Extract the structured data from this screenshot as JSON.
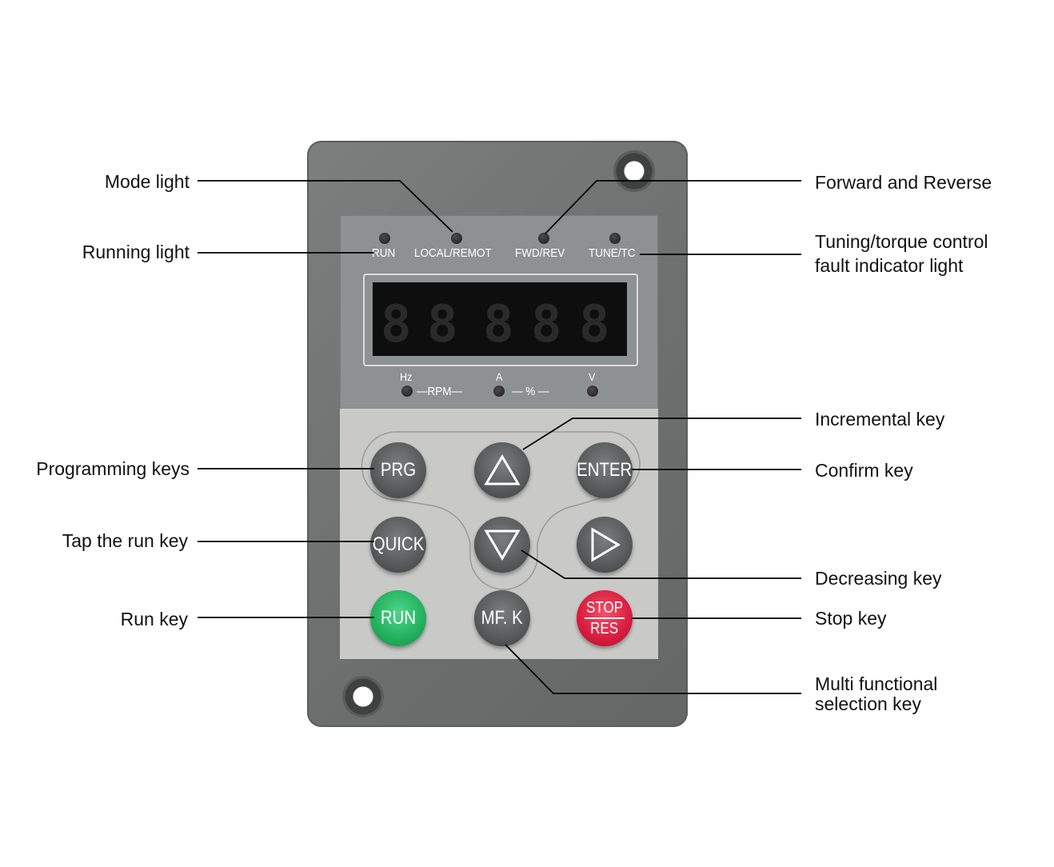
{
  "callouts": {
    "mode_light": "Mode light",
    "running_light": "Running light",
    "programming_keys": "Programming keys",
    "tap_run_key": "Tap the run key",
    "run_key": "Run key",
    "forward_reverse": "Forward and Reverse",
    "tuning_line1": "Tuning/torque control",
    "tuning_line2": "fault indicator light",
    "incremental_key": "Incremental key",
    "confirm_key": "Confirm key",
    "decreasing_key": "Decreasing key",
    "stop_key": "Stop key",
    "multi_line1": "Multi functional",
    "multi_line2": "selection key"
  },
  "panel": {
    "indicators": {
      "run": "RUN",
      "local_remote": "LOCAL/REMOT",
      "fwd_rev": "FWD/REV",
      "tune_tc": "TUNE/TC"
    },
    "units": {
      "hz": "Hz",
      "rpm": "—RPM—",
      "a": "A",
      "percent": "— % —",
      "v": "V"
    },
    "display_digits": [
      "8",
      "8",
      "8",
      "8",
      "8"
    ],
    "keys": {
      "prg": "PRG",
      "enter": "ENTER",
      "quick": "QUICK",
      "run": "RUN",
      "mfk": "MF. K",
      "stop": "STOP",
      "res": "RES"
    }
  },
  "colors": {
    "frame": "#6e7170",
    "run_key": "#22b05d",
    "stop_key": "#d91b3e",
    "key_grey": "#5a5c5d"
  }
}
